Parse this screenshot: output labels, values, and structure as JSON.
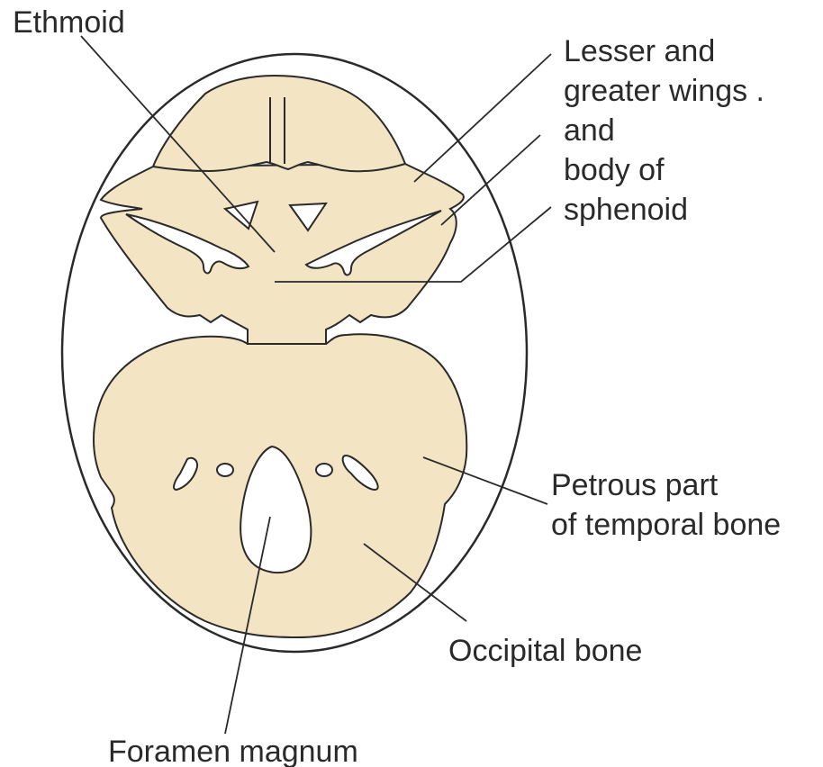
{
  "colors": {
    "bone_fill": "#F3E5C4",
    "outline": "#2a2a2a",
    "background": "#ffffff"
  },
  "labels": {
    "ethmoid": "Ethmoid",
    "sphenoid_line1": "Lesser and",
    "sphenoid_line2": "greater wings .",
    "sphenoid_line3": "and",
    "sphenoid_line4": "body of",
    "sphenoid_line5": "sphenoid",
    "petrous_line1": "Petrous part",
    "petrous_line2": "of temporal bone",
    "occipital": "Occipital bone",
    "foramen": "Foramen magnum"
  }
}
